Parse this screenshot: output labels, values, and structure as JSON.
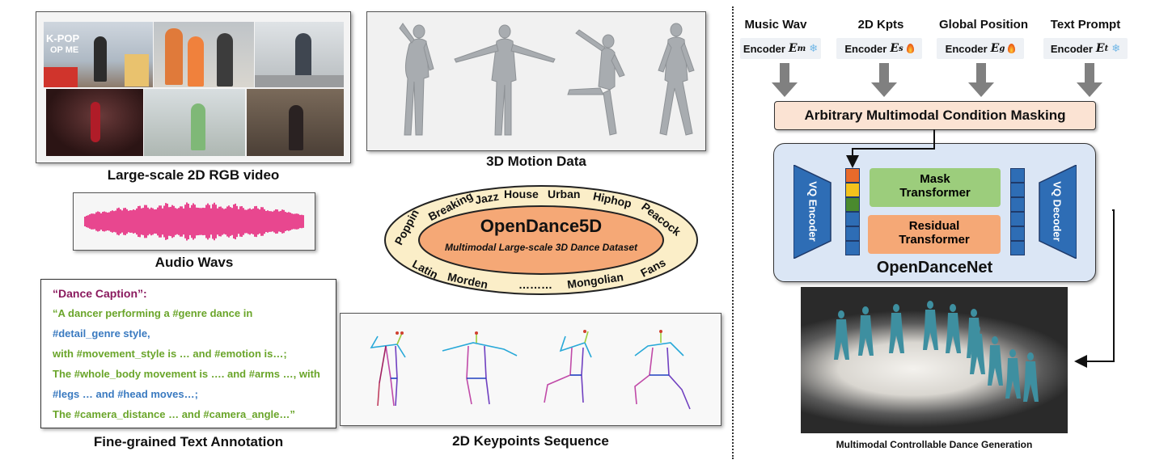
{
  "left": {
    "video_caption": "Large-scale 2D RGB video",
    "video_tile_texts": [
      "K-POP",
      "OP ME"
    ],
    "motion_caption": "3D Motion Data",
    "audio_caption": "Audio Wavs",
    "text_caption": "Fine-grained Text Annotation",
    "kpts_caption": "2D Keypoints Sequence",
    "text_panel": {
      "title": "“Dance Caption”:",
      "lines": [
        "“A dancer performing a  #genre dance in",
        "#detail_genre  style,",
        "with  #movement_style is … and #emotion is…;",
        "The #whole_body movement is …. and #arms …, with",
        "#legs … and #head moves…;",
        "The #camera_distance … and #camera_angle…”"
      ]
    },
    "dataset": {
      "name": "OpenDance5D",
      "subtitle": "Multimodal Large-scale 3D Dance Dataset",
      "genres": [
        "Poppin",
        "Breaking",
        "Jazz",
        "House",
        "Urban",
        "Hiphop",
        "Peacock",
        "Latin",
        "Morden",
        "………",
        "Mongolian",
        "Fans"
      ]
    }
  },
  "right": {
    "encoders": [
      {
        "label": "Music Wav",
        "box": "Encoder",
        "symbol": "E",
        "sub": "m",
        "icon": "snowflake-icon",
        "glyph": "❄"
      },
      {
        "label": "2D Kpts",
        "box": "Encoder",
        "symbol": "E",
        "sub": "s",
        "icon": "fire-icon",
        "glyph": "🔥"
      },
      {
        "label": "Global Position",
        "box": "Encoder",
        "symbol": "E",
        "sub": "g",
        "icon": "fire-icon",
        "glyph": "🔥"
      },
      {
        "label": "Text Prompt",
        "box": "Encoder",
        "symbol": "E",
        "sub": "t",
        "icon": "snowflake-icon",
        "glyph": "❄"
      }
    ],
    "masking_label": "Arbitrary Multimodal Condition Masking",
    "vq_encoder": "VQ Encoder",
    "vq_decoder": "VQ Decoder",
    "mask_transformer": [
      "Mask",
      "Transformer"
    ],
    "residual_transformer": [
      "Residual",
      "Transformer"
    ],
    "net_name": "OpenDanceNet",
    "output_caption": "Multimodal Controllable Dance Generation"
  },
  "colors": {
    "pink_wave": "#e8478f",
    "ring_fill": "#fbeec8",
    "inner_fill": "#f5a876",
    "mask_green": "#9ccd7c",
    "residual_orange": "#f5a876",
    "vq_blue": "#2e6db5",
    "net_bg": "#dbe6f5",
    "masking_bg": "#fbe3d3",
    "caption_purple": "#8a1a5e",
    "caption_green": "#6aa52a",
    "caption_blue": "#3a7ac0",
    "dancer_teal": "#3e8fa0"
  }
}
